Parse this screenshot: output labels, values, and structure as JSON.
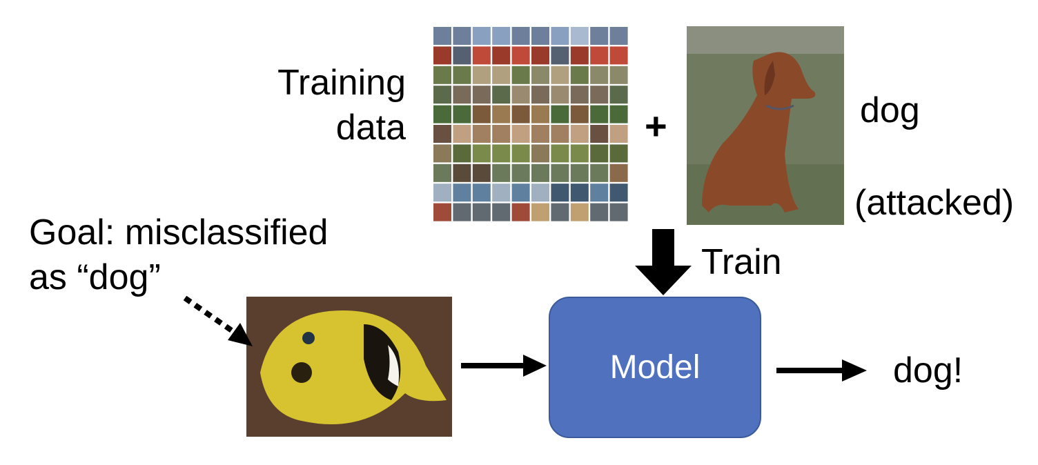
{
  "training_label": [
    "Training",
    "data"
  ],
  "plus": "+",
  "poison_label": "dog",
  "poison_note": "(attacked)",
  "train_label": "Train",
  "goal_label": [
    "Goal: misclassified",
    "as “dog”"
  ],
  "model_label": "Model",
  "output_label": "dog!",
  "colors": {
    "model_fill": "#4f71be",
    "model_border": "#3b5a9c"
  }
}
